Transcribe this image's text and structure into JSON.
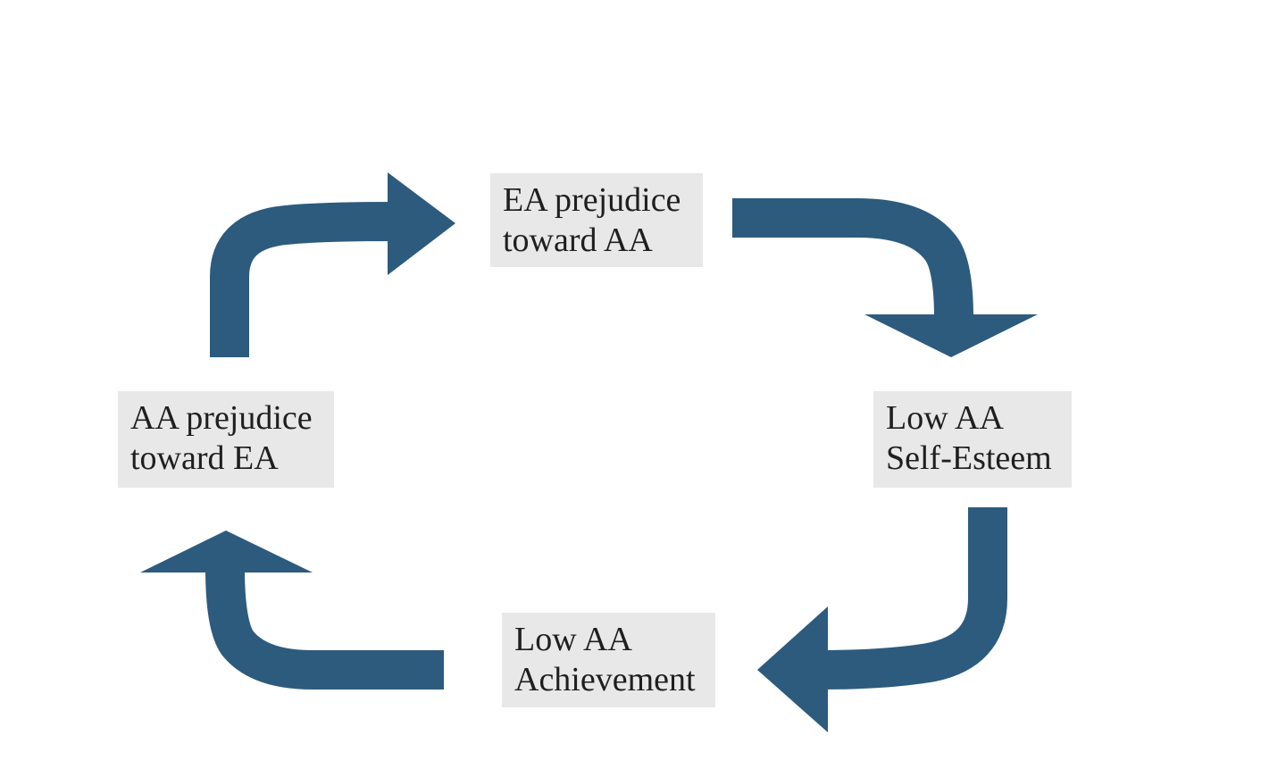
{
  "colors": {
    "arrow": "#2c5b7e",
    "box_fill": "#e8e8e8",
    "text": "#1f1f1f",
    "background": "#ffffff"
  },
  "nodes": {
    "ea_prejudice": {
      "line1": "EA prejudice",
      "line2": "toward AA"
    },
    "low_self_esteem": {
      "line1": "Low AA",
      "line2": "Self-Esteem"
    },
    "low_achievement": {
      "line1": "Low AA",
      "line2": "Achievement"
    },
    "aa_prejudice": {
      "line1": "AA prejudice",
      "line2": "toward EA"
    }
  },
  "edges": [
    {
      "from": "aa_prejudice",
      "to": "ea_prejudice"
    },
    {
      "from": "ea_prejudice",
      "to": "low_self_esteem"
    },
    {
      "from": "low_self_esteem",
      "to": "low_achievement"
    },
    {
      "from": "low_achievement",
      "to": "aa_prejudice"
    }
  ]
}
